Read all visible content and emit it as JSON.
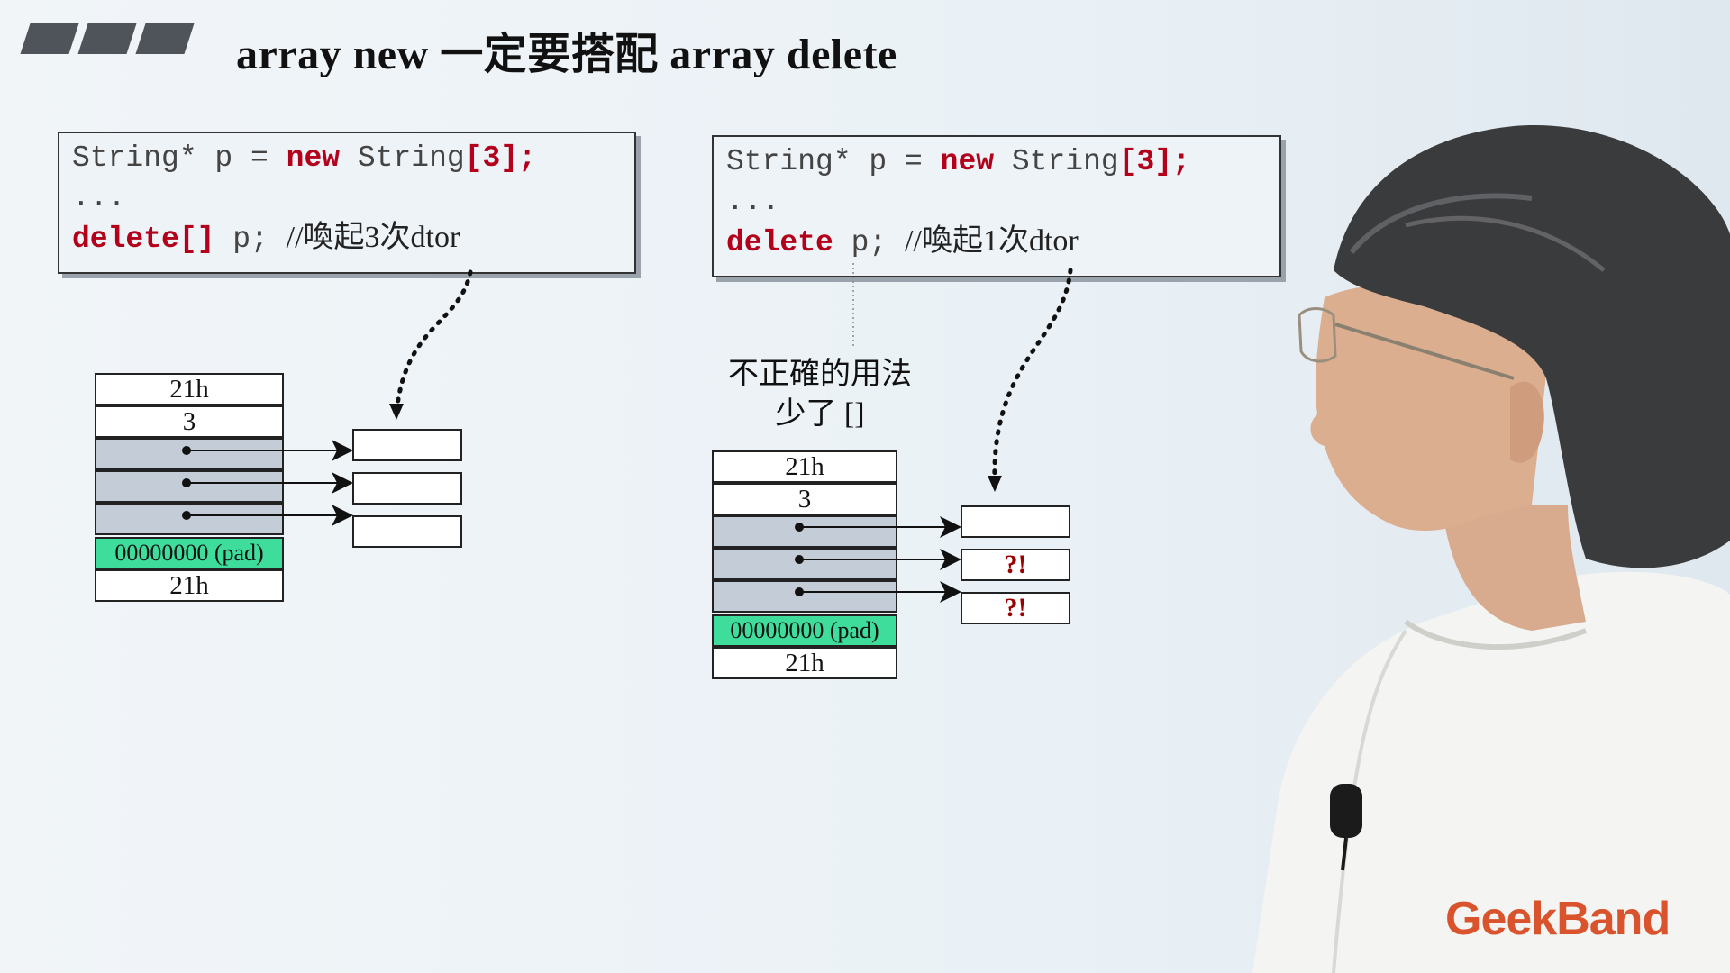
{
  "slide": {
    "title": "array new 一定要搭配 array delete",
    "left_code": {
      "line1_a": "String* p = ",
      "line1_kw": "new",
      "line1_b": " String",
      "line1_c": "[3];",
      "line2": "...",
      "line3_kw": "delete[]",
      "line3_b": " p; ",
      "line3_cmt": "//喚起3次dtor"
    },
    "right_code": {
      "line1_a": "String* p = ",
      "line1_kw": "new",
      "line1_b": " String",
      "line1_c": "[3];",
      "line2": "...",
      "line3_kw": "delete",
      "line3_b": " p; ",
      "line3_cmt": "//喚起1次dtor"
    },
    "note_line1": "不正確的用法",
    "note_line2": "少了 []",
    "left_memory": [
      "21h",
      "3",
      "",
      "",
      "",
      "00000000 (pad)",
      "21h"
    ],
    "right_memory": [
      "21h",
      "3",
      "",
      "",
      "",
      "00000000 (pad)",
      "21h"
    ],
    "right_objects": [
      "",
      "?!",
      "?!"
    ],
    "logo": "GeekBand",
    "colors": {
      "keyword": "#b3001b",
      "pad": "#3fdd9c",
      "pointer_cell": "#c4ccd8",
      "logo": "#d9532c"
    }
  }
}
